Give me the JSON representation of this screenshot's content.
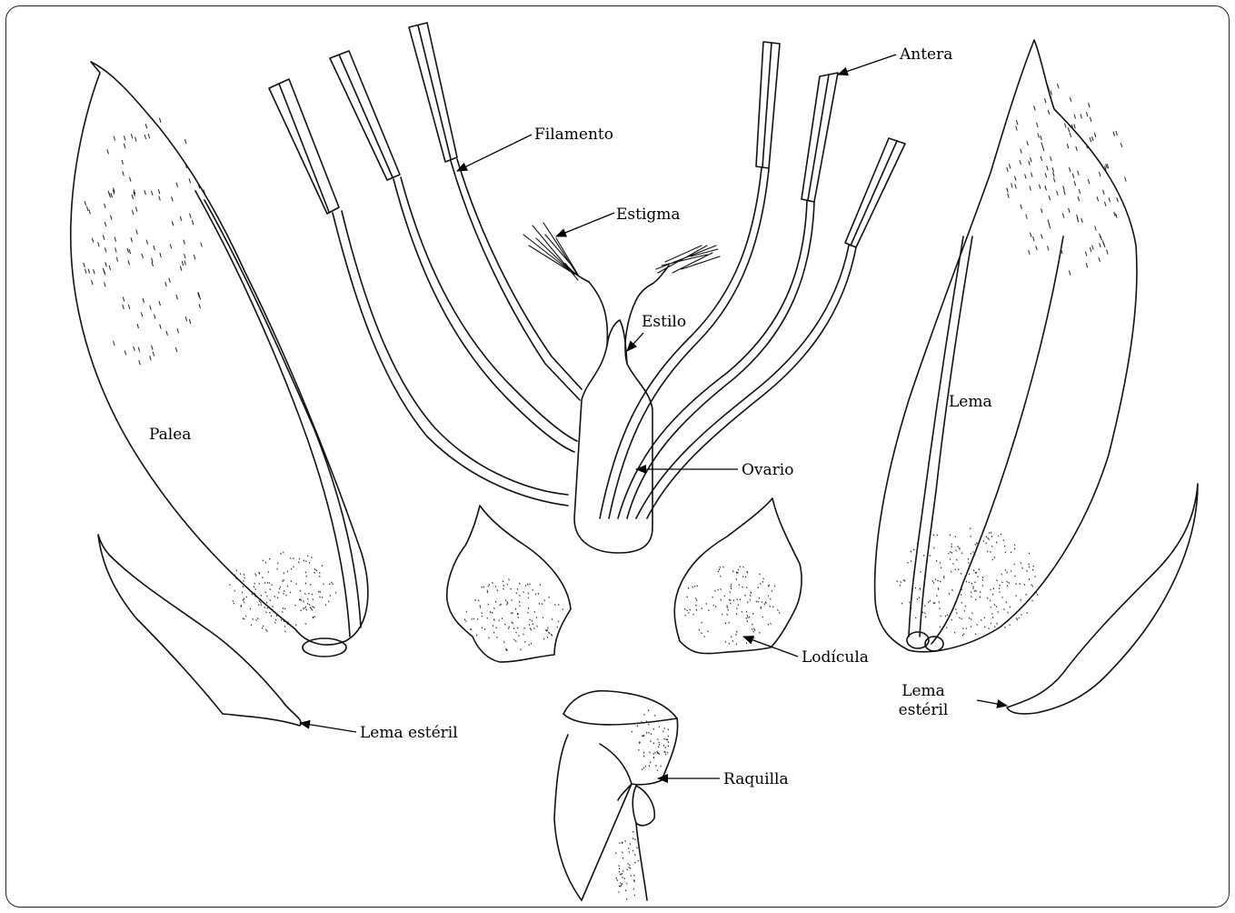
{
  "labels": {
    "antera": "Antera",
    "filamento": "Filamento",
    "estigma": "Estigma",
    "estilo": "Estilo",
    "palea": "Palea",
    "lema": "Lema",
    "ovario": "Ovario",
    "lodicula": "Lodícula",
    "lema_esteril_left": "Lema estéril",
    "lema_esteril_right_1": "Lema",
    "lema_esteril_right_2": "estéril",
    "raquilla": "Raquilla"
  },
  "colors": {
    "ink": "#111111",
    "background": "#ffffff",
    "frame": "#222222"
  }
}
